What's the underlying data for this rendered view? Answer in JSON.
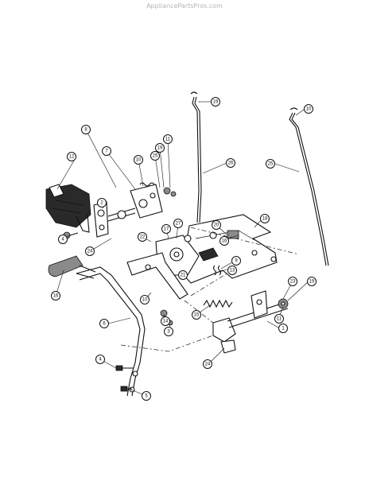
{
  "watermark": "AppliancePartsPros.com",
  "callouts": [
    "19",
    "10",
    "26",
    "25",
    "11",
    "19",
    "25",
    "10",
    "12",
    "8",
    "7",
    "2",
    "18",
    "20",
    "16",
    "4",
    "24",
    "27",
    "17",
    "22",
    "21",
    "9",
    "13",
    "23",
    "19",
    "10",
    "15",
    "11",
    "1",
    "14",
    "3",
    "16",
    "6",
    "4",
    "24",
    "5"
  ]
}
